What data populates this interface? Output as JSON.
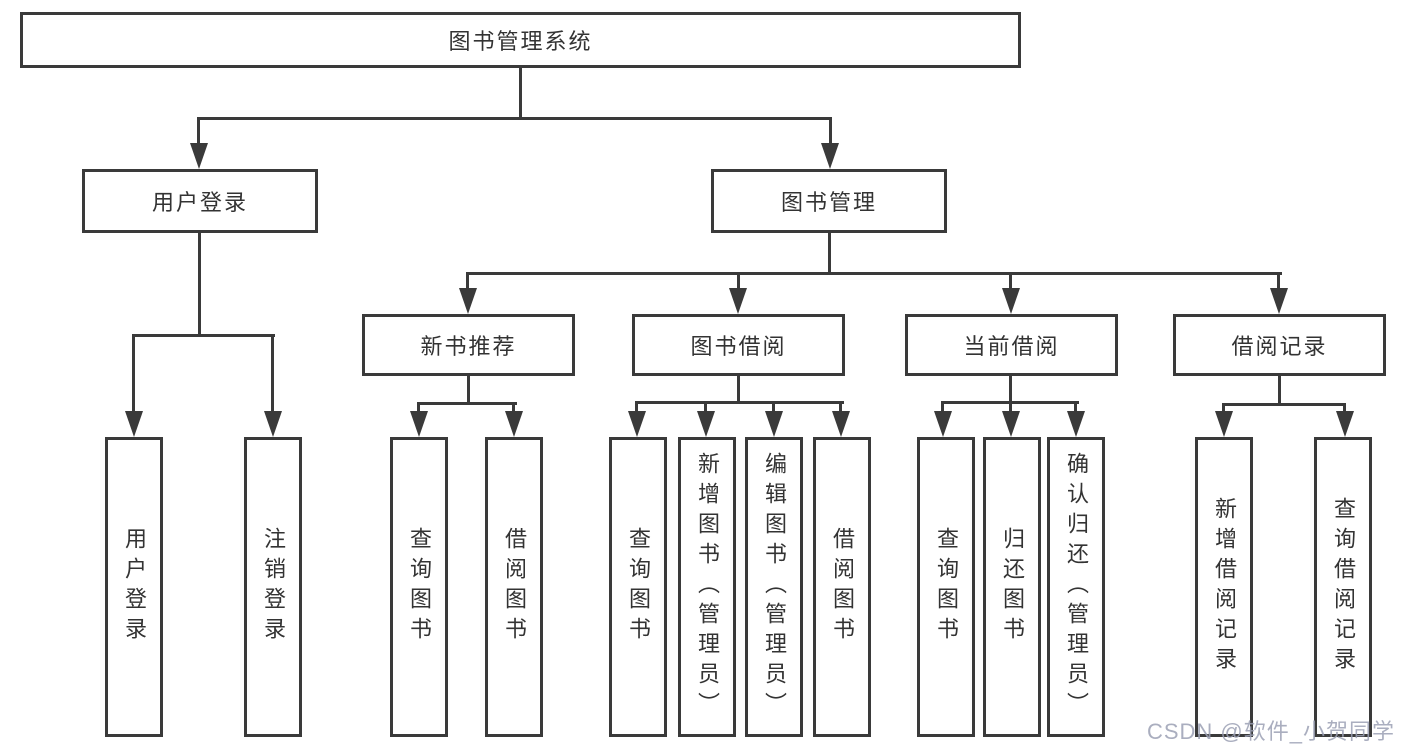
{
  "tree": {
    "label": "图书管理系统",
    "children": [
      {
        "label": "用户登录",
        "children": [
          {
            "label": "用户登录"
          },
          {
            "label": "注销登录"
          }
        ]
      },
      {
        "label": "图书管理",
        "children": [
          {
            "label": "新书推荐",
            "children": [
              {
                "label": "查询图书"
              },
              {
                "label": "借阅图书"
              }
            ]
          },
          {
            "label": "图书借阅",
            "children": [
              {
                "label": "查询图书"
              },
              {
                "label": "新增图书（管理员）"
              },
              {
                "label": "编辑图书（管理员）"
              },
              {
                "label": "借阅图书"
              }
            ]
          },
          {
            "label": "当前借阅",
            "children": [
              {
                "label": "查询图书"
              },
              {
                "label": "归还图书"
              },
              {
                "label": "确认归还（管理员）"
              }
            ]
          },
          {
            "label": "借阅记录",
            "children": [
              {
                "label": "新增借阅记录"
              },
              {
                "label": "查询借阅记录"
              }
            ]
          }
        ]
      }
    ]
  },
  "watermark": {
    "text": "CSDN @软件_小贺同学"
  },
  "colors": {
    "line": "#3a3a3a",
    "text": "#333333",
    "background": "#ffffff",
    "watermark": "#9ba0b4"
  }
}
